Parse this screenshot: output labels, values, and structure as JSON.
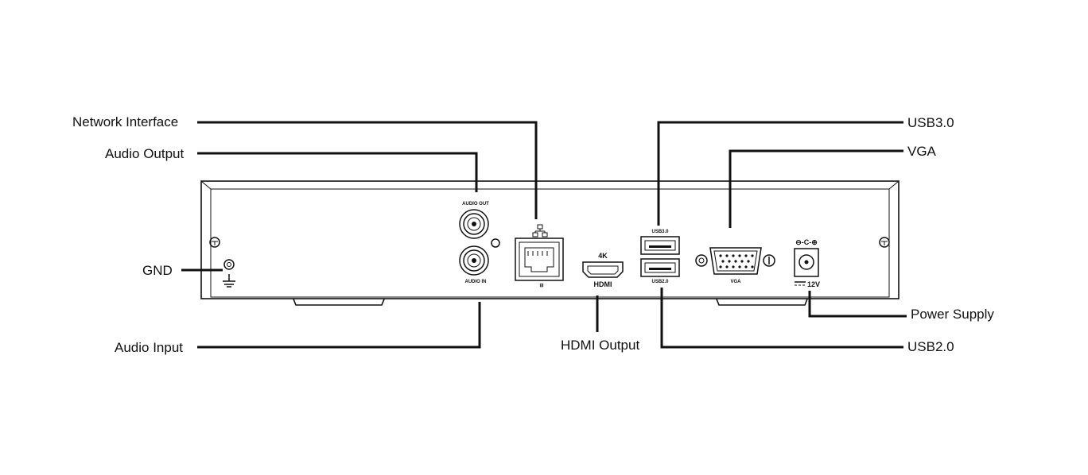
{
  "callouts": {
    "network_interface": "Network Interface",
    "audio_output": "Audio Output",
    "gnd": "GND",
    "audio_input": "Audio Input",
    "hdmi_output": "HDMI Output",
    "usb30": "USB3.0",
    "vga": "VGA",
    "power_supply": "Power Supply",
    "usb20": "USB2.0"
  },
  "panel_labels": {
    "audio_out": "AUDIO OUT",
    "audio_in": "AUDIO IN",
    "lan_port": "⊟",
    "hdmi_4k": "4K",
    "hdmi_logo": "HDMI",
    "usb30": "USB3.0",
    "usb20": "USB2.0",
    "vga": "VGA",
    "power_polarity": "⊖-C-⊕",
    "power_rating": "12V"
  },
  "icons": {
    "ground": "ground-symbol-icon",
    "network": "network-symbol-icon",
    "screw": "screw-icon"
  }
}
